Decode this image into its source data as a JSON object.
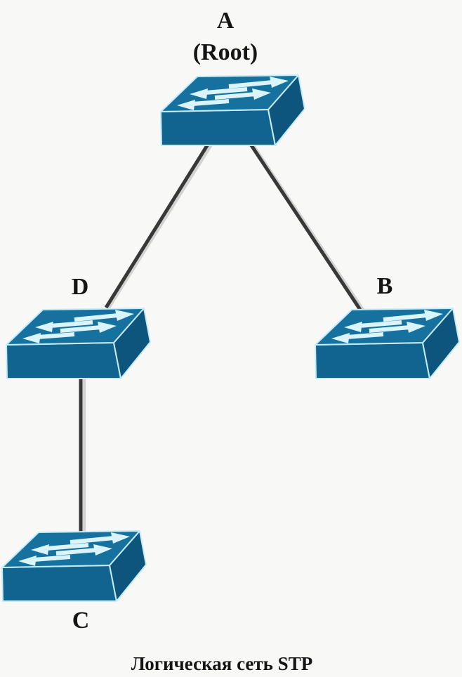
{
  "colors": {
    "background": "#f8f8f7",
    "switch_top": "#17719f",
    "switch_front": "#11648f",
    "switch_side": "#0e557d",
    "edge_highlight": "#c4ecf7",
    "arrow": "#d9f4fb",
    "link": "#383838",
    "link_shadow": "#d2d2d2",
    "label_text": "#151515"
  },
  "diagram": {
    "caption": "Логическая сеть STP",
    "nodes": {
      "a": {
        "label": "A",
        "sublabel": "(Root)",
        "type": "switch"
      },
      "b": {
        "label": "B",
        "type": "switch"
      },
      "c": {
        "label": "C",
        "type": "switch"
      },
      "d": {
        "label": "D",
        "type": "switch"
      }
    },
    "links": [
      {
        "from": "A",
        "to": "D"
      },
      {
        "from": "A",
        "to": "B"
      },
      {
        "from": "D",
        "to": "C"
      }
    ]
  }
}
